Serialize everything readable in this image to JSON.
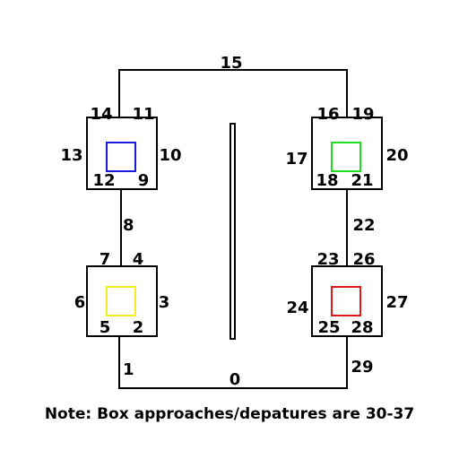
{
  "colors": {
    "line": "#000000",
    "background": "#ffffff",
    "box_blue": "#1a1adc",
    "box_green": "#22dd22",
    "box_yellow": "#eeee22",
    "box_red": "#dd1a1a"
  },
  "boxes": [
    {
      "id": "top-left",
      "inner_color": "blue"
    },
    {
      "id": "top-right",
      "inner_color": "green"
    },
    {
      "id": "bottom-left",
      "inner_color": "yellow"
    },
    {
      "id": "bottom-right",
      "inner_color": "red"
    }
  ],
  "labels": {
    "l0": "0",
    "l1": "1",
    "l2": "2",
    "l3": "3",
    "l4": "4",
    "l5": "5",
    "l6": "6",
    "l7": "7",
    "l8": "8",
    "l9": "9",
    "l10": "10",
    "l11": "11",
    "l12": "12",
    "l13": "13",
    "l14": "14",
    "l15": "15",
    "l16": "16",
    "l17": "17",
    "l18": "18",
    "l19": "19",
    "l20": "20",
    "l21": "21",
    "l22": "22",
    "l23": "23",
    "l24": "24",
    "l25": "25",
    "l26": "26",
    "l27": "27",
    "l28": "28",
    "l29": "29"
  },
  "note": "Note: Box approaches/depatures are 30-37"
}
